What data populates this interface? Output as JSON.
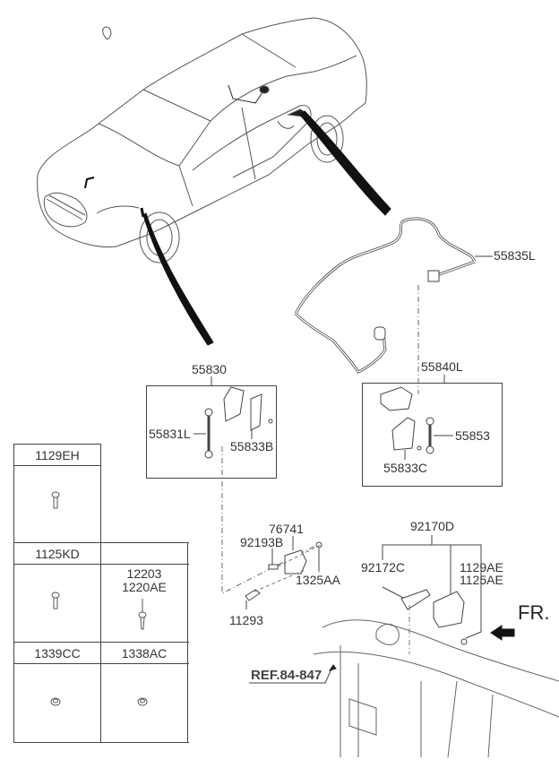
{
  "diagram": {
    "title": "Headlamp leveling sensor / harness parts diagram",
    "callouts": {
      "harness": "55835L",
      "rear_sensor_assy": "55840L",
      "rear_link": "55853",
      "rear_bracket": "55833C",
      "front_sensor_assy": "55830",
      "front_link": "55831L",
      "front_bracket": "55833B",
      "bracket_76741": "76741",
      "bolt_92193B": "92193B",
      "nut_1325AA": "1325AA",
      "bolt_11293": "11293",
      "module_assy": "92170D",
      "module_bracket": "92172C",
      "module_bolt_1": "1129AE",
      "module_bolt_2": "1125AE",
      "direction": "FR.",
      "reference": "REF.84-847"
    },
    "fastener_table": [
      {
        "header": "1129EH",
        "items": [],
        "icon": "flange-bolt-icon"
      },
      {
        "header": "1125KD",
        "items": [],
        "icon": "flange-bolt-icon"
      },
      {
        "header": "",
        "items": [
          "12203",
          "1220AE"
        ],
        "icon": "tapping-screw-icon"
      },
      {
        "header": "1339CC",
        "items": [],
        "icon": "flange-nut-icon"
      },
      {
        "header": "1338AC",
        "items": [],
        "icon": "flange-nut-icon"
      }
    ]
  }
}
